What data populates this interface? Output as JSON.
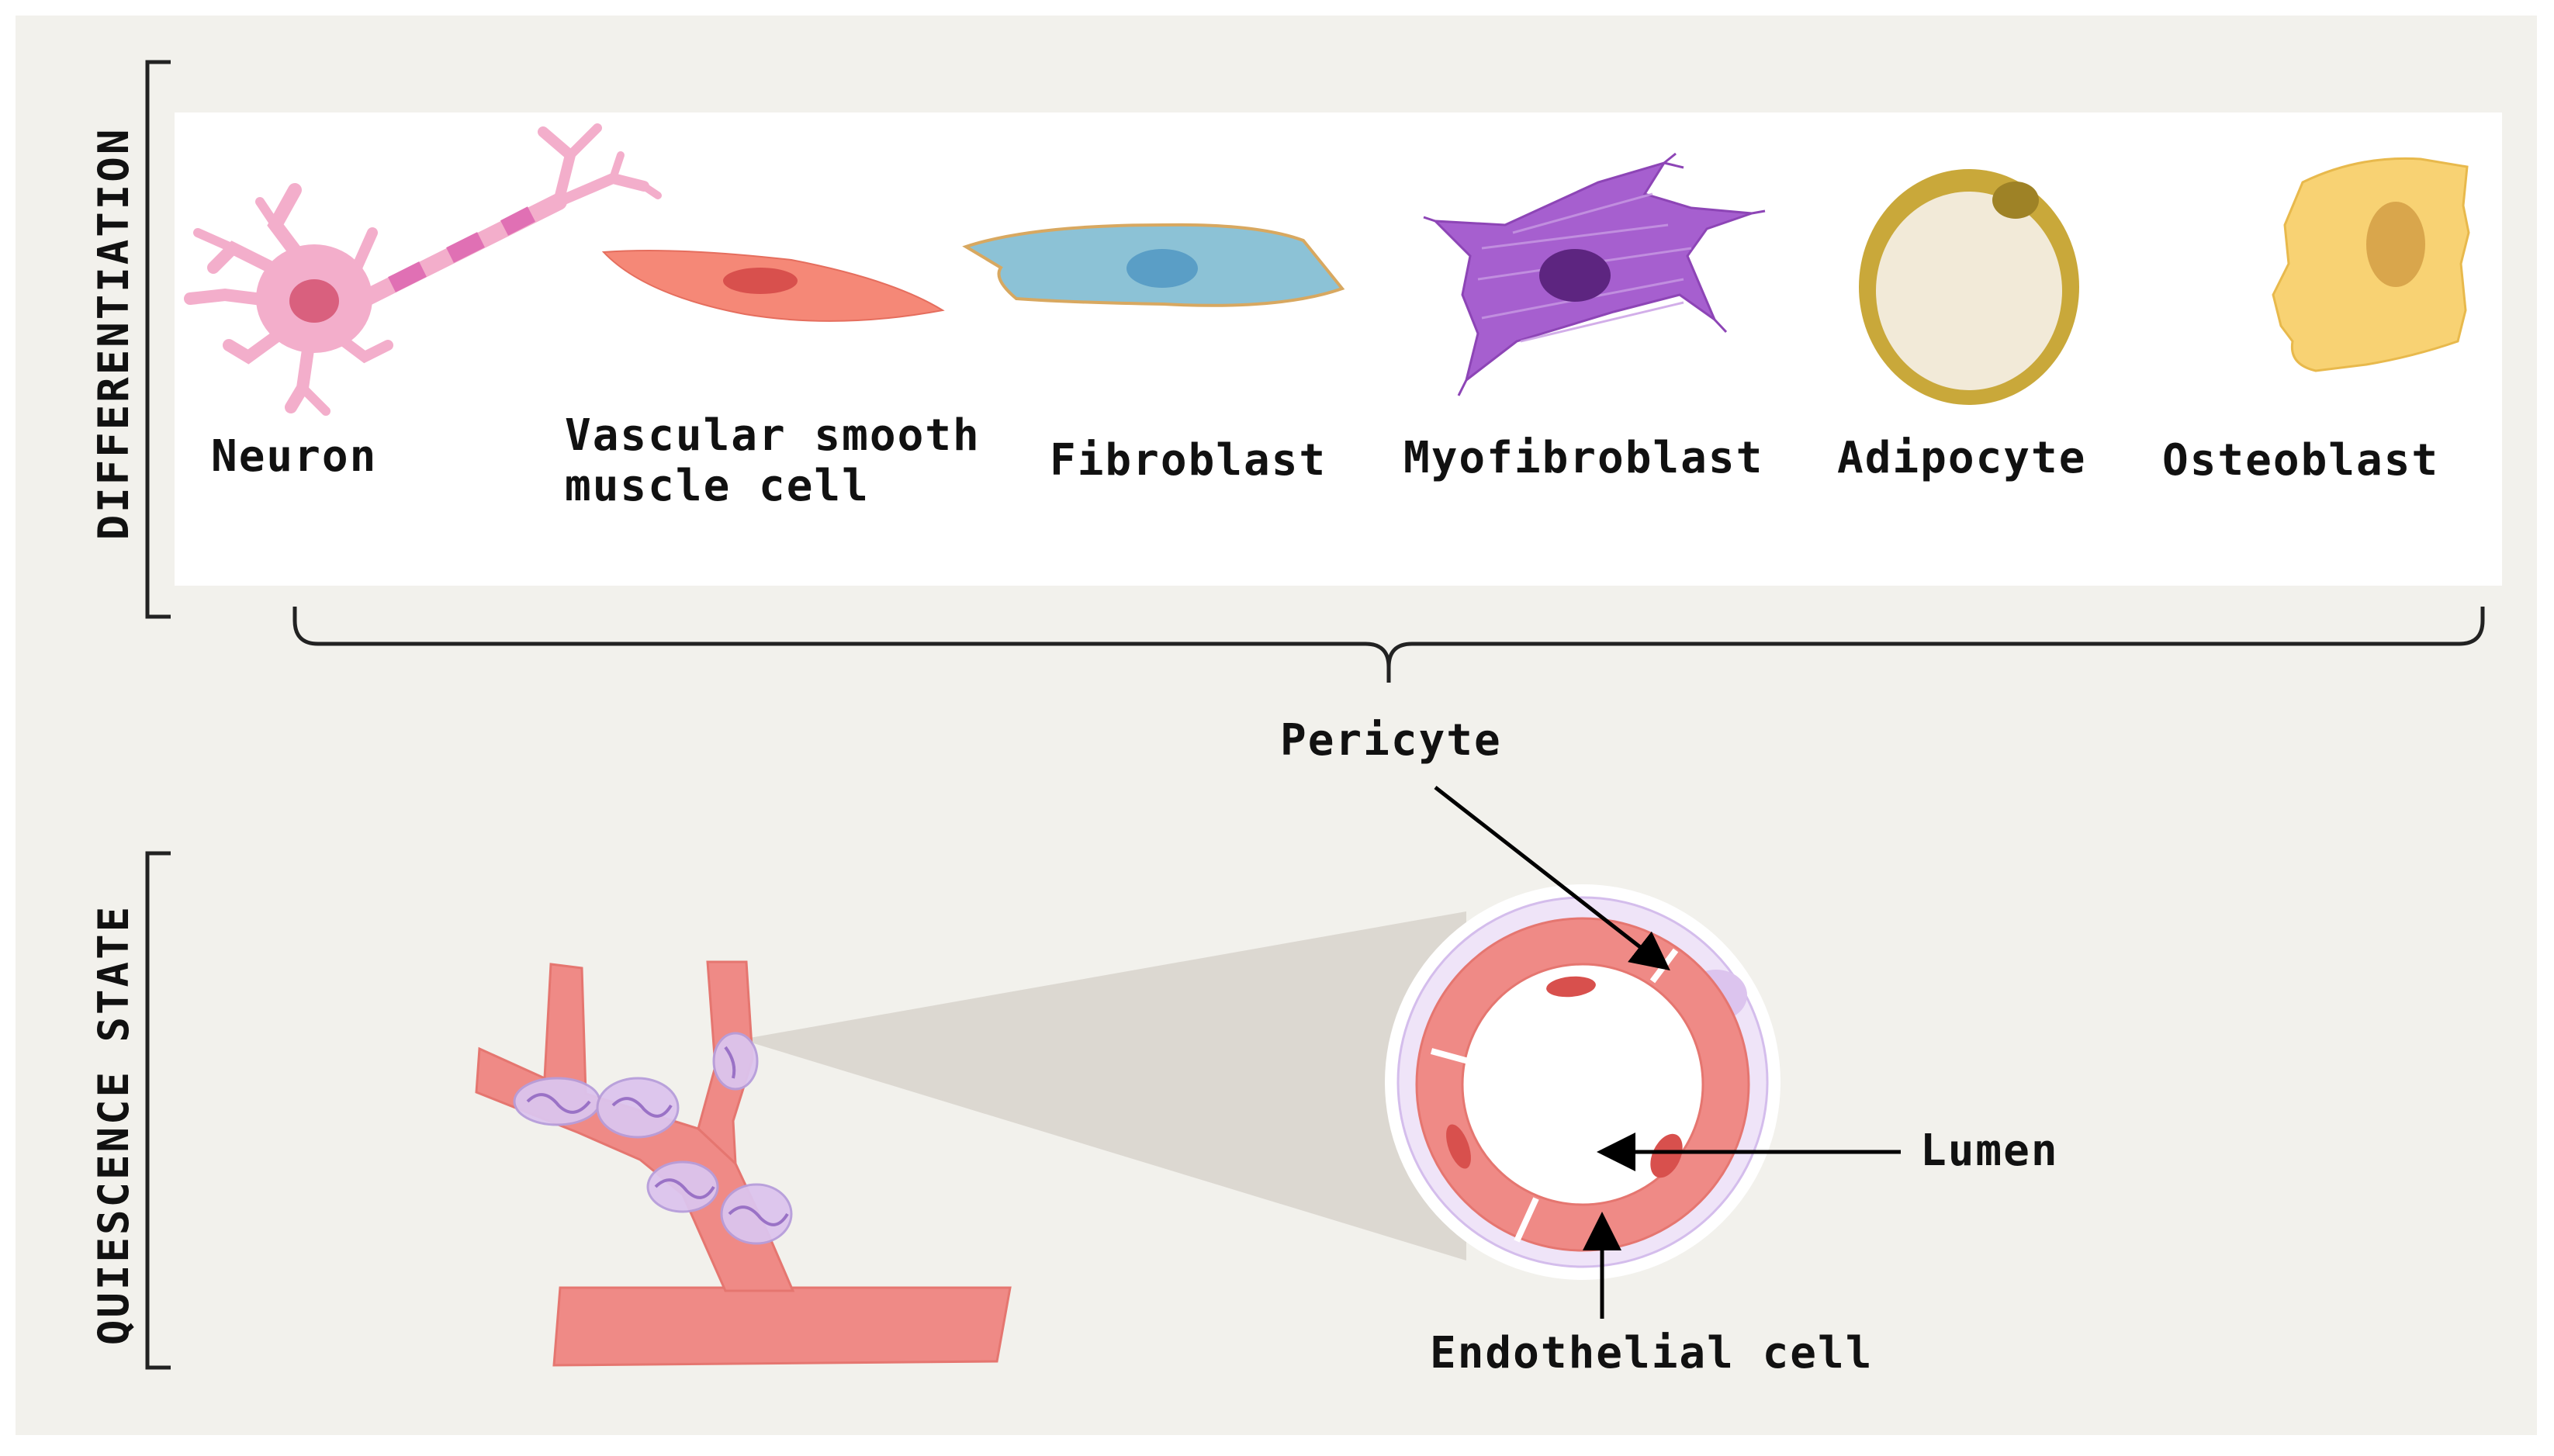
{
  "colors": {
    "page_background": "#f2f1ec",
    "panel_background": "#ffffff",
    "neuron": "#f3aecb",
    "vascular_smooth_muscle_cell": "#f58877",
    "fibroblast": "#8cc2d6",
    "myofibroblast": "#a65fcf",
    "adipocyte": "#c9a83a",
    "osteoblast": "#f8d273",
    "vessel": "#ef8a86",
    "pericyte": "#dcc4ee"
  },
  "side_labels": {
    "differentiation": "DIFFERENTIATION",
    "quiescence": "QUIESCENCE STATE"
  },
  "cells": {
    "neuron": "Neuron",
    "vsmc_line1": "Vascular smooth",
    "vsmc_line2": "muscle cell",
    "fibroblast": "Fibroblast",
    "myofibroblast": "Myofibroblast",
    "adipocyte": "Adipocyte",
    "osteoblast": "Osteoblast"
  },
  "labels": {
    "pericyte": "Pericyte",
    "lumen": "Lumen",
    "endothelial_cell": "Endothelial cell"
  }
}
